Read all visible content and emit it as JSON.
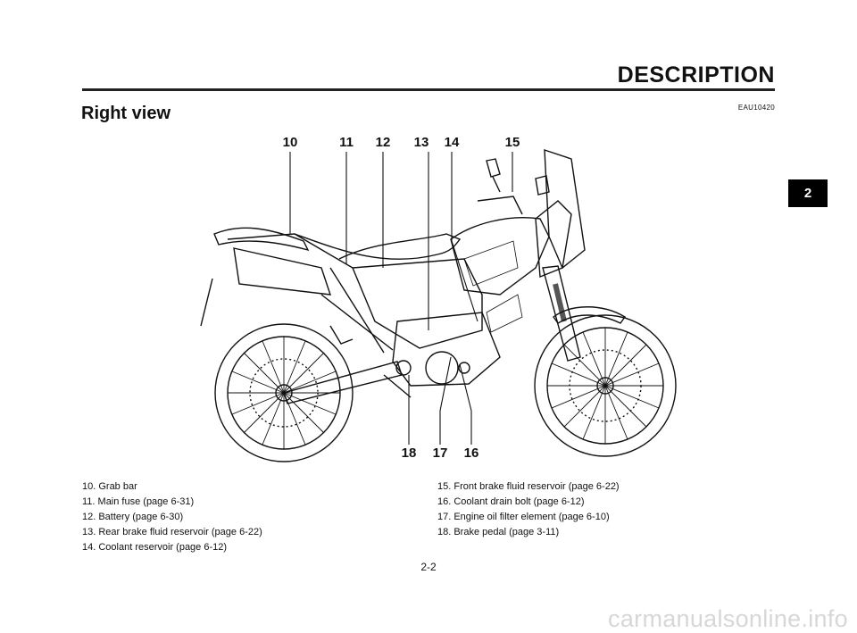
{
  "header": {
    "title": "DESCRIPTION"
  },
  "section": {
    "title": "Right view",
    "code": "EAU10420"
  },
  "chapter_tab": "2",
  "callouts": {
    "c10": "10",
    "c11": "11",
    "c12": "12",
    "c13": "13",
    "c14": "14",
    "c15": "15",
    "c18": "18",
    "c17": "17",
    "c16": "16"
  },
  "legend": {
    "left": [
      "10. Grab bar",
      "11. Main fuse (page 6-31)",
      "12. Battery (page 6-30)",
      "13. Rear brake fluid reservoir (page 6-22)",
      "14. Coolant reservoir (page 6-12)"
    ],
    "right": [
      "15. Front brake fluid reservoir (page 6-22)",
      "16. Coolant drain bolt (page 6-12)",
      "17. Engine oil filter element (page 6-10)",
      "18. Brake pedal (page 3-11)"
    ]
  },
  "page_number": "2-2",
  "watermark": "carmanualsonline.info"
}
